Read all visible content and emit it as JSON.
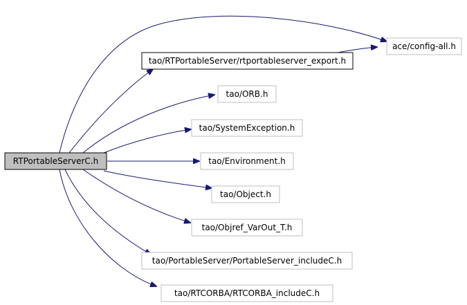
{
  "graph": {
    "root": {
      "label": "RTPortableServerC.h"
    },
    "nodes": [
      {
        "id": "config",
        "label": "ace/config-all.h"
      },
      {
        "id": "export",
        "label": "tao/RTPortableServer/rtportableserver_export.h"
      },
      {
        "id": "orb",
        "label": "tao/ORB.h"
      },
      {
        "id": "sysexc",
        "label": "tao/SystemException.h"
      },
      {
        "id": "env",
        "label": "tao/Environment.h"
      },
      {
        "id": "object",
        "label": "tao/Object.h"
      },
      {
        "id": "objref",
        "label": "tao/Objref_VarOut_T.h"
      },
      {
        "id": "psinclude",
        "label": "tao/PortableServer/PortableServer_includeC.h"
      },
      {
        "id": "rtcorba",
        "label": "tao/RTCORBA/RTCORBA_includeC.h"
      }
    ],
    "edges": [
      {
        "from": "root",
        "to": "config"
      },
      {
        "from": "root",
        "to": "export"
      },
      {
        "from": "export",
        "to": "config"
      },
      {
        "from": "root",
        "to": "orb"
      },
      {
        "from": "root",
        "to": "sysexc"
      },
      {
        "from": "root",
        "to": "env"
      },
      {
        "from": "root",
        "to": "object"
      },
      {
        "from": "root",
        "to": "objref"
      },
      {
        "from": "root",
        "to": "psinclude"
      },
      {
        "from": "root",
        "to": "rtcorba"
      }
    ],
    "colors": {
      "edge": "#191970",
      "root_fill": "#bfbfbf",
      "node_border": "#bfbfbf",
      "highlight_border": "#000000"
    }
  }
}
